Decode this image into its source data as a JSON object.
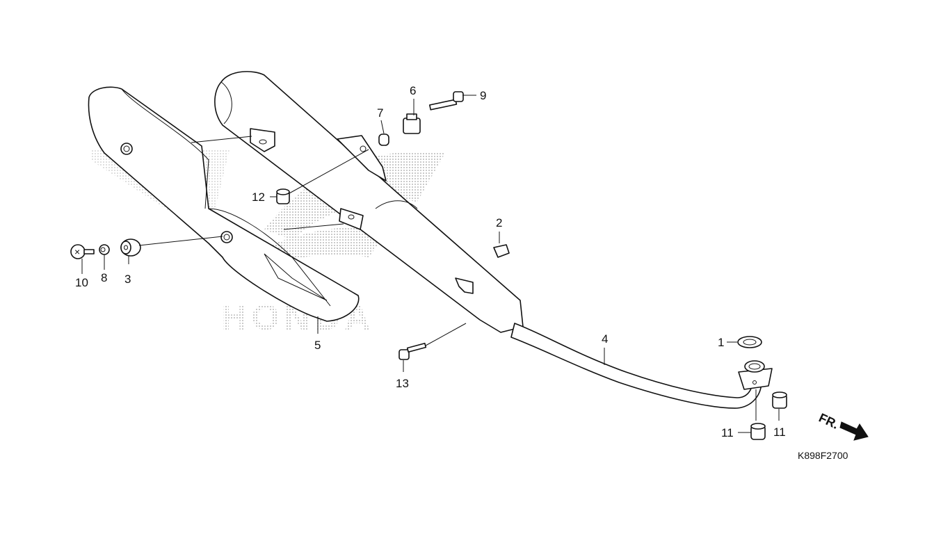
{
  "diagram": {
    "watermark_text": "HONDA",
    "diagram_code": "K898F2700",
    "direction_label": "FR.",
    "callouts": [
      {
        "id": "c1",
        "label": "1"
      },
      {
        "id": "c2",
        "label": "2"
      },
      {
        "id": "c3",
        "label": "3"
      },
      {
        "id": "c4",
        "label": "4"
      },
      {
        "id": "c5",
        "label": "5"
      },
      {
        "id": "c6",
        "label": "6"
      },
      {
        "id": "c7",
        "label": "7"
      },
      {
        "id": "c8",
        "label": "8"
      },
      {
        "id": "c9",
        "label": "9"
      },
      {
        "id": "c10",
        "label": "10"
      },
      {
        "id": "c11a",
        "label": "11"
      },
      {
        "id": "c11b",
        "label": "11"
      },
      {
        "id": "c12",
        "label": "12"
      },
      {
        "id": "c13",
        "label": "13"
      }
    ]
  }
}
